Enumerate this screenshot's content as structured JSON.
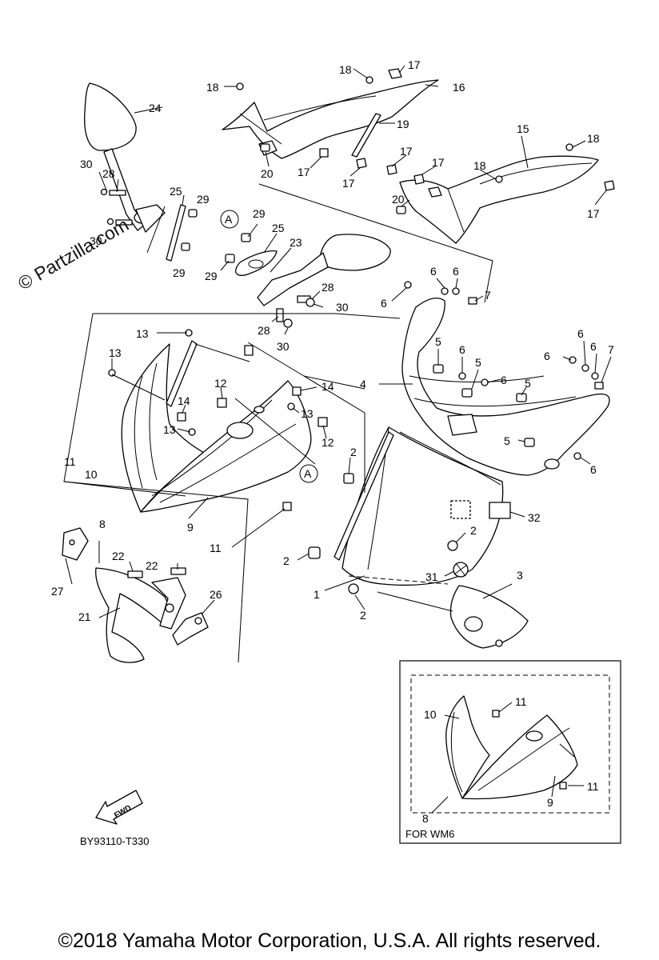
{
  "figure_code": "BY93110-T330",
  "copyright": "©2018 Yamaha Motor Corporation, U.S.A. All rights reserved.",
  "watermark": "© Partzilla.com",
  "variant_note": "FOR WM6",
  "fwd_label": "FWD",
  "view_marker": "A",
  "callouts": [
    "1",
    "2",
    "3",
    "4",
    "5",
    "6",
    "7",
    "8",
    "9",
    "10",
    "11",
    "12",
    "13",
    "14",
    "15",
    "16",
    "17",
    "18",
    "19",
    "20",
    "21",
    "22",
    "23",
    "24",
    "25",
    "26",
    "27",
    "28",
    "29",
    "30",
    "31",
    "32"
  ]
}
